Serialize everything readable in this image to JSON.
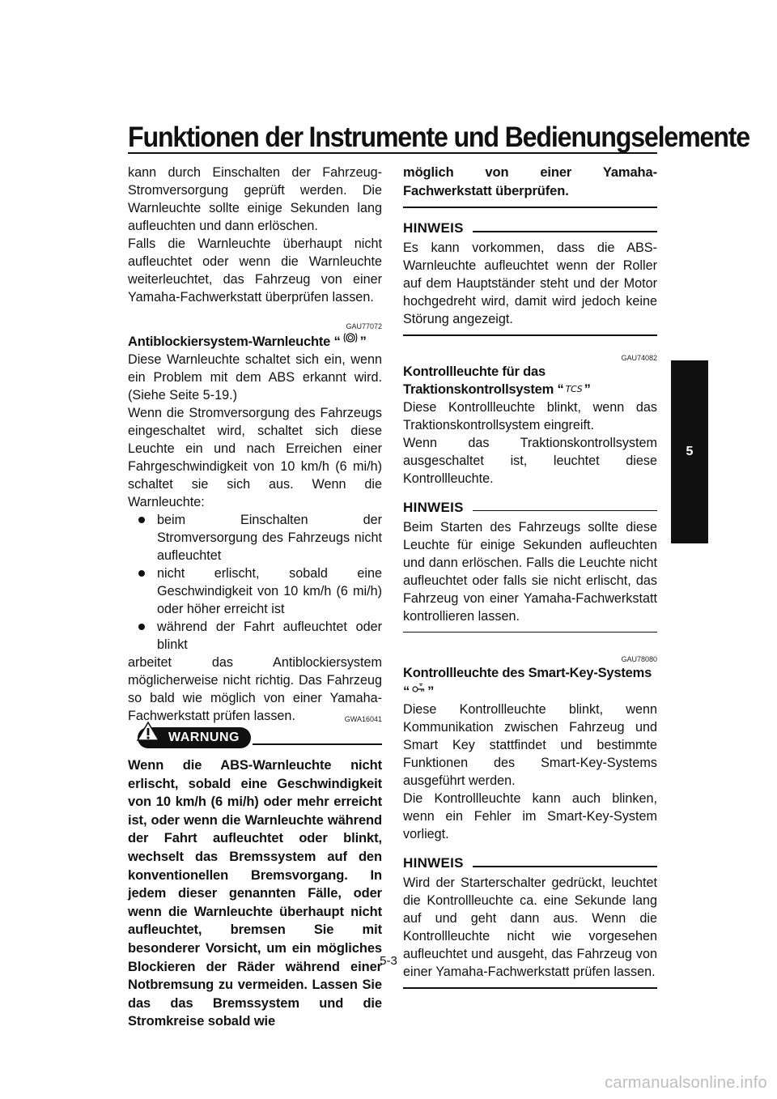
{
  "header": {
    "title": "Funktionen der Instrumente und Bedienungselemente"
  },
  "chapter_tab": "5",
  "page_number": "5-3",
  "watermark": "carmanualsonline.info",
  "left": {
    "intro_paragraphs": [
      "kann durch Einschalten der Fahrzeug-Stromversorgung geprüft werden. Die Warnleuchte sollte einige Sekunden lang aufleuchten und dann erlöschen.",
      "Falls die Warnleuchte überhaupt nicht aufleuchtet oder wenn die Warnleuchte weiterleuchtet, das Fahrzeug von einer Yamaha-Fachwerkstatt überprüfen lassen."
    ],
    "abs": {
      "code": "GAU77072",
      "heading_text": "Antiblockiersystem-Warnleuchte",
      "symbol_icon": "abs-warning-symbol",
      "paragraphs": [
        "Diese Warnleuchte schaltet sich ein, wenn ein Problem mit dem ABS erkannt wird. (Siehe Seite 5-19.)",
        "Wenn die Stromversorgung des Fahrzeugs eingeschaltet wird, schaltet sich diese Leuchte ein und nach Erreichen einer Fahrgeschwindigkeit von 10 km/h (6 mi/h) schaltet sie sich aus. Wenn die Warnleuchte:"
      ],
      "bullets": [
        "beim Einschalten der Stromversorgung des Fahrzeugs nicht aufleuchtet",
        "nicht erlischt, sobald eine Geschwindigkeit von 10 km/h (6 mi/h) oder höher erreicht ist",
        "während der Fahrt aufleuchtet oder blinkt"
      ],
      "after_bullets": "arbeitet das Antiblockiersystem möglicherweise nicht richtig. Das Fahrzeug so bald wie möglich von einer Yamaha-Fachwerkstatt prüfen lassen."
    },
    "warning": {
      "code": "GWA16041",
      "label": "WARNUNG",
      "text": "Wenn die ABS-Warnleuchte nicht erlischt, sobald eine Geschwindigkeit von 10 km/h (6 mi/h) oder mehr erreicht ist, oder wenn die Warnleuchte während der Fahrt aufleuchtet oder blinkt, wechselt das Bremssystem auf den konventionellen Bremsvorgang. In jedem dieser genannten Fälle, oder wenn die Warnleuchte überhaupt nicht aufleuchtet, bremsen Sie mit besonderer Vorsicht, um ein mögliches Blockieren der Räder während einer Notbremsung zu vermeiden. Lassen Sie das das Bremssystem und die Stromkreise sobald wie"
    }
  },
  "right": {
    "warning_continued": "möglich von einer Yamaha-Fachwerkstatt überprüfen.",
    "note1": {
      "label": "HINWEIS",
      "text": "Es kann vorkommen, dass die ABS-Warnleuchte aufleuchtet wenn der Roller auf dem Hauptständer steht und der Motor hochgedreht wird, damit wird jedoch keine Störung angezeigt."
    },
    "tcs": {
      "code": "GAU74082",
      "heading_text": "Kontrollleuchte für das Traktionskontrollsystem",
      "symbol": "TCS",
      "paragraphs": [
        "Diese Kontrollleuchte blinkt, wenn das Traktionskontrollsystem eingreift.",
        "Wenn das Traktionskontrollsystem ausgeschaltet ist, leuchtet diese Kontrollleuchte."
      ]
    },
    "note2": {
      "label": "HINWEIS",
      "text": "Beim Starten des Fahrzeugs sollte diese Leuchte für einige Sekunden aufleuchten und dann erlöschen. Falls die Leuchte nicht aufleuchtet oder falls sie nicht erlischt, das Fahrzeug von einer Yamaha-Fachwerkstatt kontrollieren lassen."
    },
    "smartkey": {
      "code": "GAU78080",
      "heading_text": "Kontrollleuchte des Smart-Key-Systems",
      "symbol_icon": "smart-key-symbol",
      "paragraphs": [
        "Diese Kontrollleuchte blinkt, wenn Kommunikation zwischen Fahrzeug und Smart Key stattfindet und bestimmte Funktionen des Smart-Key-Systems ausgeführt werden.",
        "Die Kontrollleuchte kann auch blinken, wenn ein Fehler im Smart-Key-System vorliegt."
      ]
    },
    "note3": {
      "label": "HINWEIS",
      "text": "Wird der Starterschalter gedrückt, leuchtet die Kontrollleuchte ca. eine Sekunde lang auf und geht dann aus. Wenn die Kontrollleuchte nicht wie vorgesehen aufleuchtet und ausgeht, das Fahrzeug von einer Yamaha-Fachwerkstatt prüfen lassen."
    }
  }
}
